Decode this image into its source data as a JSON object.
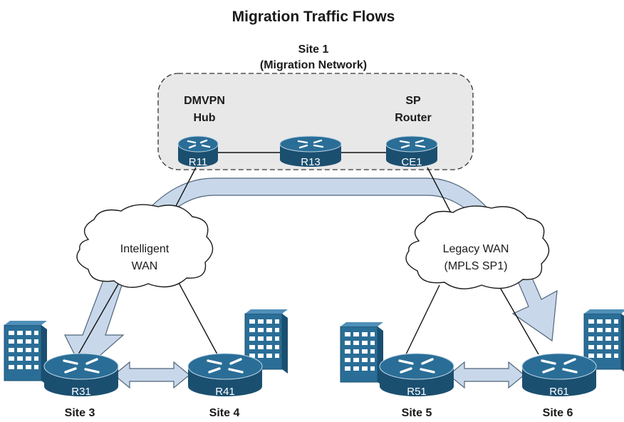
{
  "title": "Migration Traffic Flows",
  "site1": {
    "line1": "Site 1",
    "line2": "(Migration Network)"
  },
  "roles": {
    "hub_line1": "DMVPN",
    "hub_line2": "Hub",
    "sp_line1": "SP",
    "sp_line2": "Router"
  },
  "routers": {
    "r11": "R11",
    "r13": "R13",
    "ce1": "CE1",
    "r31": "R31",
    "r41": "R41",
    "r51": "R51",
    "r61": "R61"
  },
  "clouds": {
    "iwan_line1": "Intelligent",
    "iwan_line2": "WAN",
    "legacy_line1": "Legacy WAN",
    "legacy_line2": "(MPLS SP1)"
  },
  "sites": {
    "s3": "Site 3",
    "s4": "Site 4",
    "s5": "Site 5",
    "s6": "Site 6"
  },
  "colors": {
    "router": "#2a6e97",
    "router_dark": "#1b4f70",
    "flow_arrow": "#c8d8ea",
    "site_box": "#e8e8e8"
  }
}
